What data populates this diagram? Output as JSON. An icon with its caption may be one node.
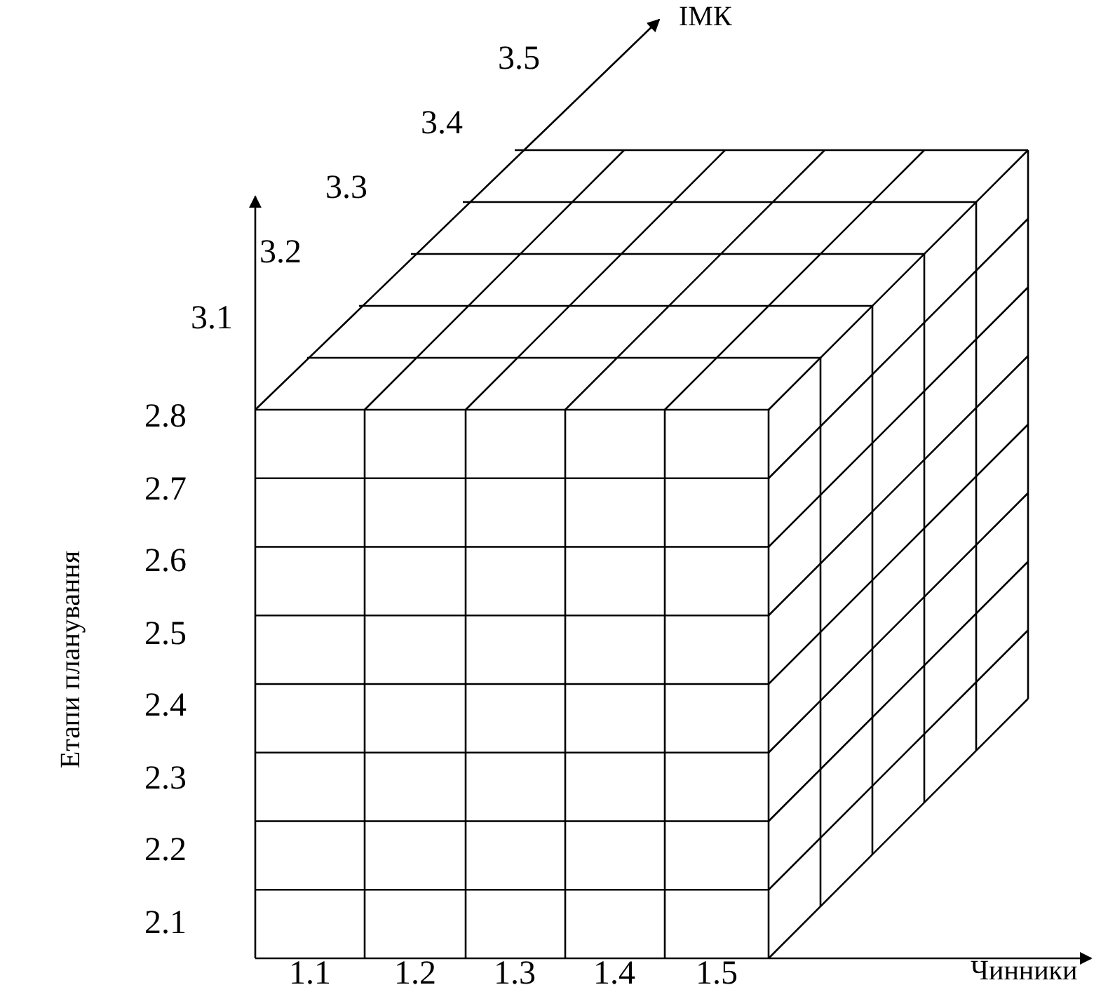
{
  "diagram": {
    "labels": [
      "ІМК",
      "3.5",
      "3.4",
      "3.3",
      "3.2",
      "3.1",
      "2.8",
      "2.7",
      "2.6",
      "2.5",
      "2.4",
      "2.3",
      "2.2",
      "2.1",
      "Етапи планування",
      "1.1",
      "1.2",
      "1.3",
      "1.4",
      "1.5",
      "Чинники"
    ]
  }
}
